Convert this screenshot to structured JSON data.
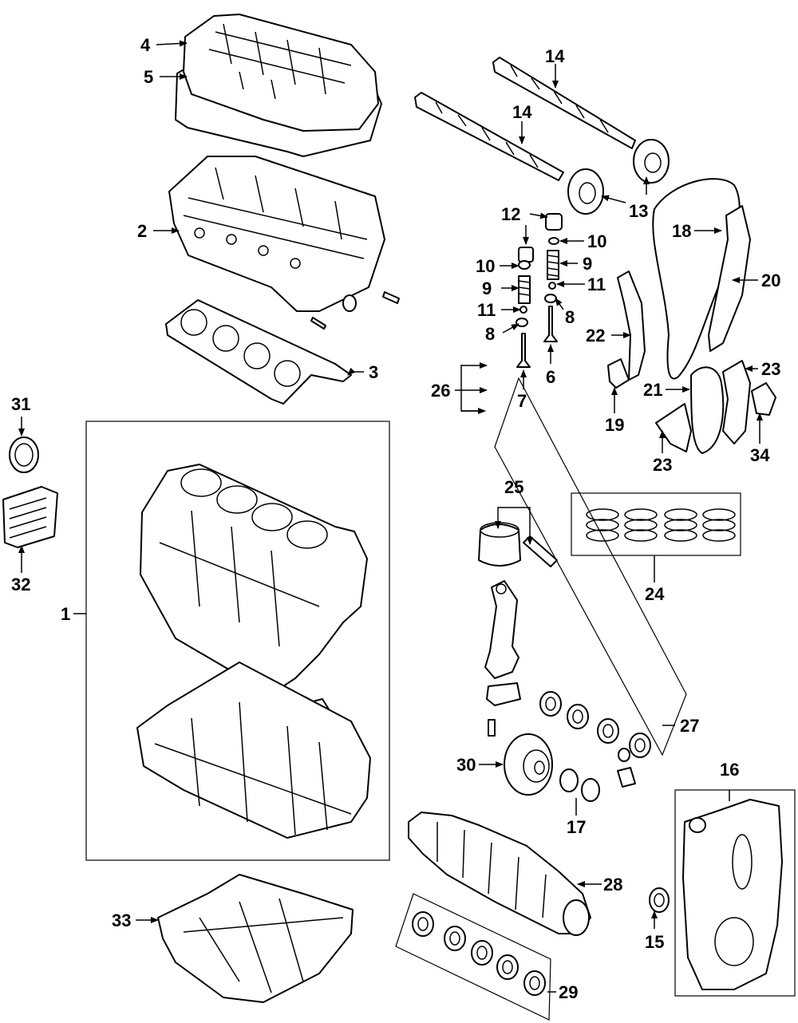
{
  "callouts": {
    "c1": "1",
    "c2": "2",
    "c3": "3",
    "c4": "4",
    "c5": "5",
    "c6": "6",
    "c7": "7",
    "c8a": "8",
    "c8b": "8",
    "c9a": "9",
    "c9b": "9",
    "c10a": "10",
    "c10b": "10",
    "c11a": "11",
    "c11b": "11",
    "c12": "12",
    "c13": "13",
    "c14a": "14",
    "c14b": "14",
    "c15": "15",
    "c16": "16",
    "c17": "17",
    "c18": "18",
    "c19": "19",
    "c20": "20",
    "c21": "21",
    "c22": "22",
    "c23a": "23",
    "c23b": "23",
    "c24": "24",
    "c25": "25",
    "c26": "26",
    "c27": "27",
    "c28": "28",
    "c29": "29",
    "c30": "30",
    "c31": "31",
    "c32": "32",
    "c33": "33",
    "c34": "34"
  },
  "colors": {
    "line": "#000000",
    "background": "#ffffff"
  }
}
